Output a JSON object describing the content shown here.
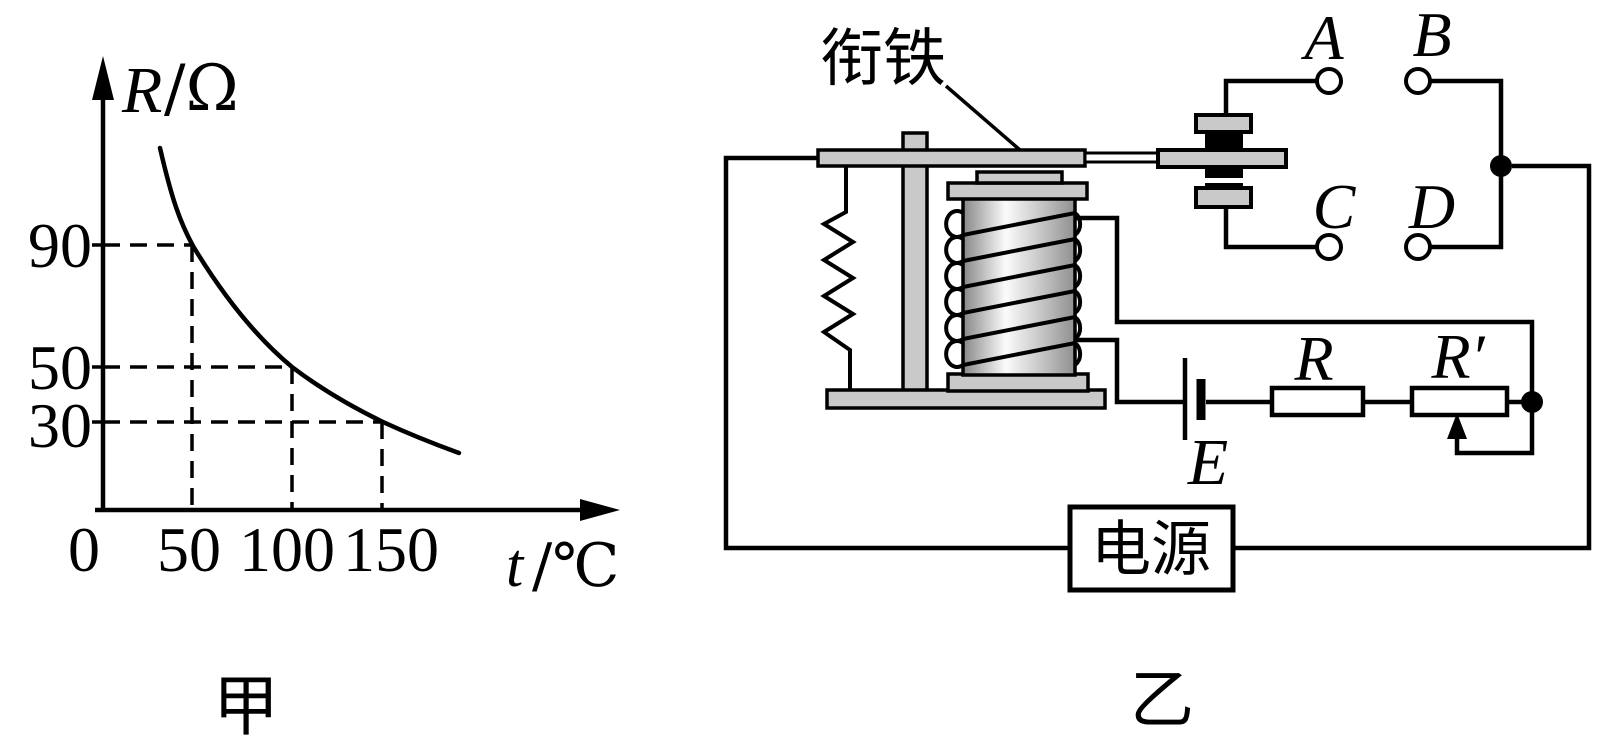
{
  "figure_labels": {
    "left_caption": "甲",
    "right_caption": "乙"
  },
  "graph": {
    "y_axis_symbol": "R",
    "y_axis_unit": "/Ω",
    "x_axis_symbol": "t",
    "x_axis_unit": "/℃",
    "origin_label": "0",
    "y_tick_labels": [
      "90",
      "50",
      "30"
    ],
    "x_tick_labels": [
      "50",
      "100",
      "150"
    ]
  },
  "circuit": {
    "armature_label": "衔铁",
    "contact_labels": [
      "A",
      "B",
      "C",
      "D"
    ],
    "emf_label": "E",
    "resistor_label": "R",
    "rheostat_label": "R′",
    "power_supply_label": "电源"
  },
  "chart_data": {
    "type": "line",
    "title": "甲",
    "xlabel": "t/℃",
    "ylabel": "R/Ω",
    "x_ticks": [
      0,
      50,
      100,
      150
    ],
    "y_ticks": [
      30,
      50,
      90
    ],
    "xlim": [
      0,
      200
    ],
    "ylim": [
      0,
      130
    ],
    "series": [
      {
        "name": "thermistor resistance vs temperature",
        "points": [
          {
            "t": 50,
            "R": 90
          },
          {
            "t": 100,
            "R": 50
          },
          {
            "t": 150,
            "R": 30
          }
        ],
        "shape": "monotonically decreasing hyperbola-like curve",
        "x_range_drawn": [
          30,
          190
        ]
      }
    ],
    "dashed_guides": [
      [
        50,
        90
      ],
      [
        100,
        50
      ],
      [
        150,
        30
      ]
    ],
    "grid": false,
    "legend": "none"
  }
}
